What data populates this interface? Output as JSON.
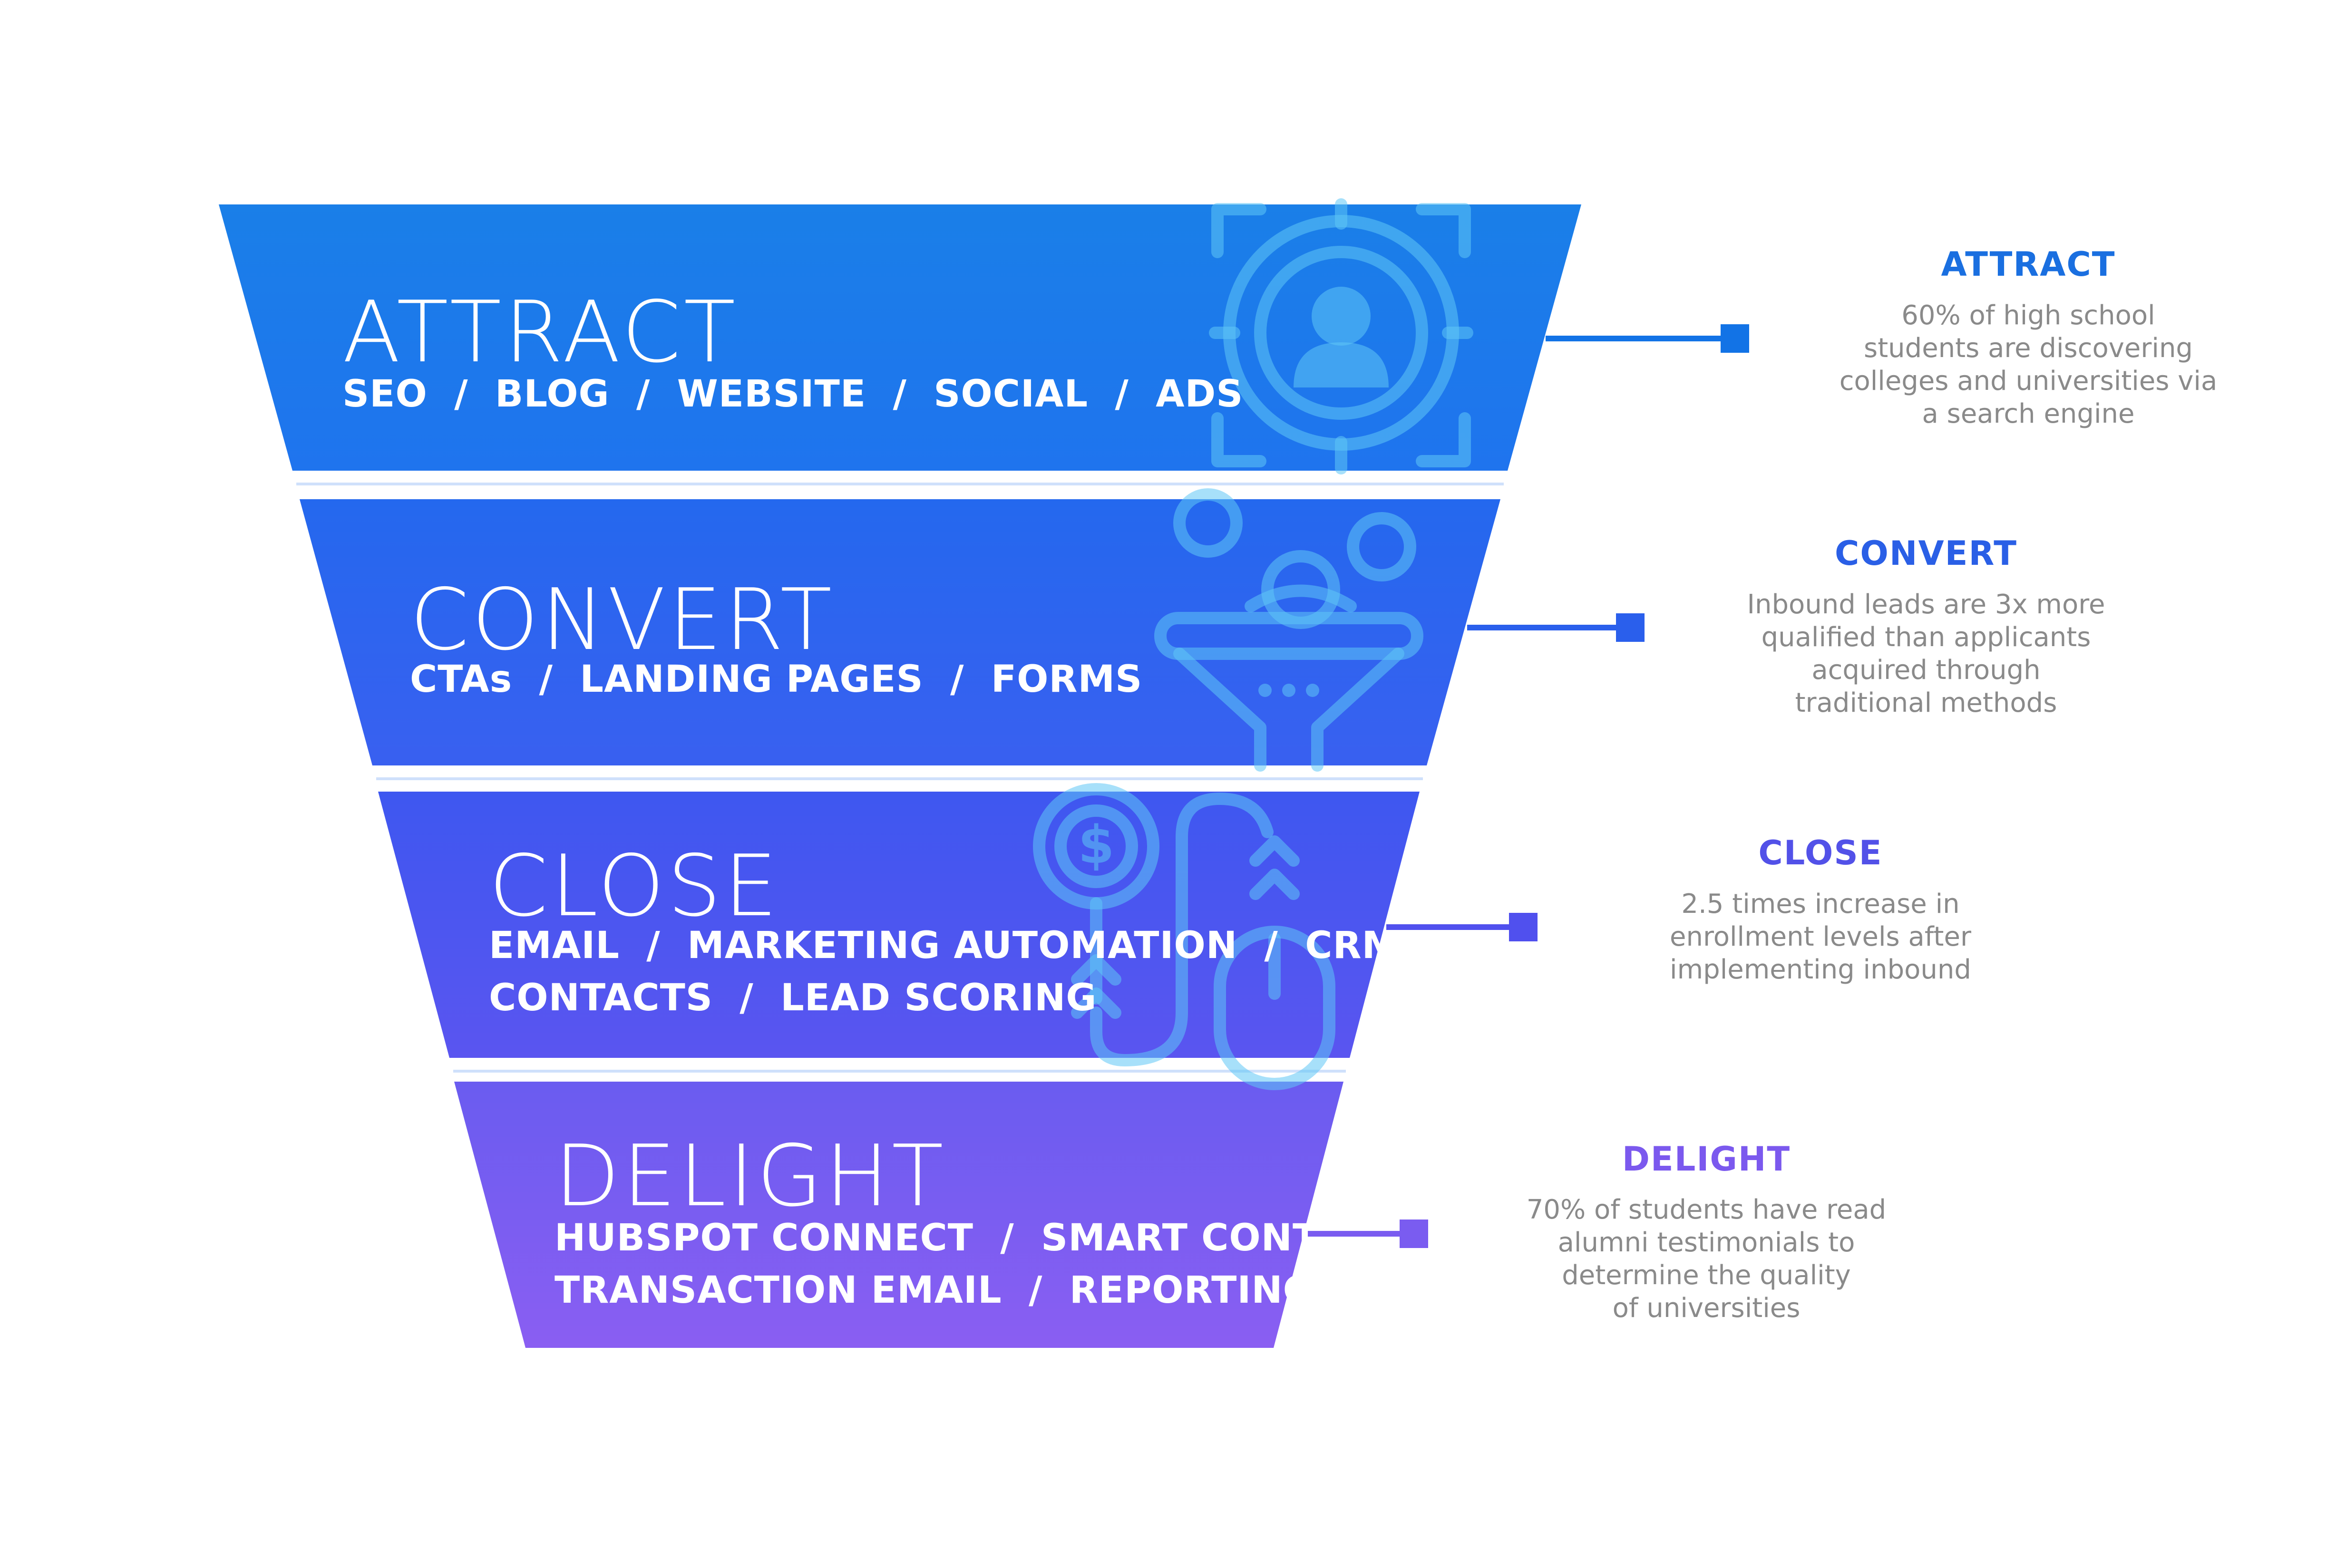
{
  "stages": [
    {
      "title": "ATTRACT",
      "tools": [
        "SEO  /  BLOG  /  WEBSITE  /  SOCIAL  /  ADS"
      ],
      "color_top": "#1a7fe8",
      "color_bottom": "#1f74ee",
      "connector_color": "#1273e6",
      "icon": "target-user-icon",
      "side_title": "ATTRACT",
      "side_title_color": "#1a6fe0",
      "side_text": [
        "60% of high school",
        "students are discovering",
        "colleges and universities via",
        "a search engine"
      ]
    },
    {
      "title": "CONVERT",
      "tools": [
        "CTAs  /  LANDING PAGES  /  FORMS"
      ],
      "color_top": "#2468ee",
      "color_bottom": "#3960f0",
      "connector_color": "#2a5fec",
      "icon": "funnel-icon",
      "side_title": "CONVERT",
      "side_title_color": "#2a5fe6",
      "side_text": [
        "Inbound leads are 3x more",
        "qualified than applicants",
        "acquired through",
        "traditional methods"
      ]
    },
    {
      "title": "CLOSE",
      "tools": [
        "EMAIL  /  MARKETING AUTOMATION  /  CRMS",
        "CONTACTS  /  LEAD SCORING"
      ],
      "color_top": "#3e57f0",
      "color_bottom": "#5a55f0",
      "connector_color": "#5050ee",
      "icon": "dollar-mouse-icon",
      "side_title": "CLOSE",
      "side_title_color": "#5251e8",
      "side_text": [
        "2.5 times increase in",
        "enrollment levels after",
        "implementing inbound"
      ]
    },
    {
      "title": "DELIGHT",
      "tools": [
        "HUBSPOT CONNECT  /  SMART CONTENT",
        "TRANSACTION EMAIL  /  REPORTING"
      ],
      "color_top": "#6a5cf0",
      "color_bottom": "#8a5ef2",
      "connector_color": "#7a5cf0",
      "icon": "",
      "side_title": "DELIGHT",
      "side_title_color": "#7b59ee",
      "side_text": [
        "70% of students have read",
        "alumni testimonials to",
        "determine the quality",
        "of universities"
      ]
    }
  ]
}
